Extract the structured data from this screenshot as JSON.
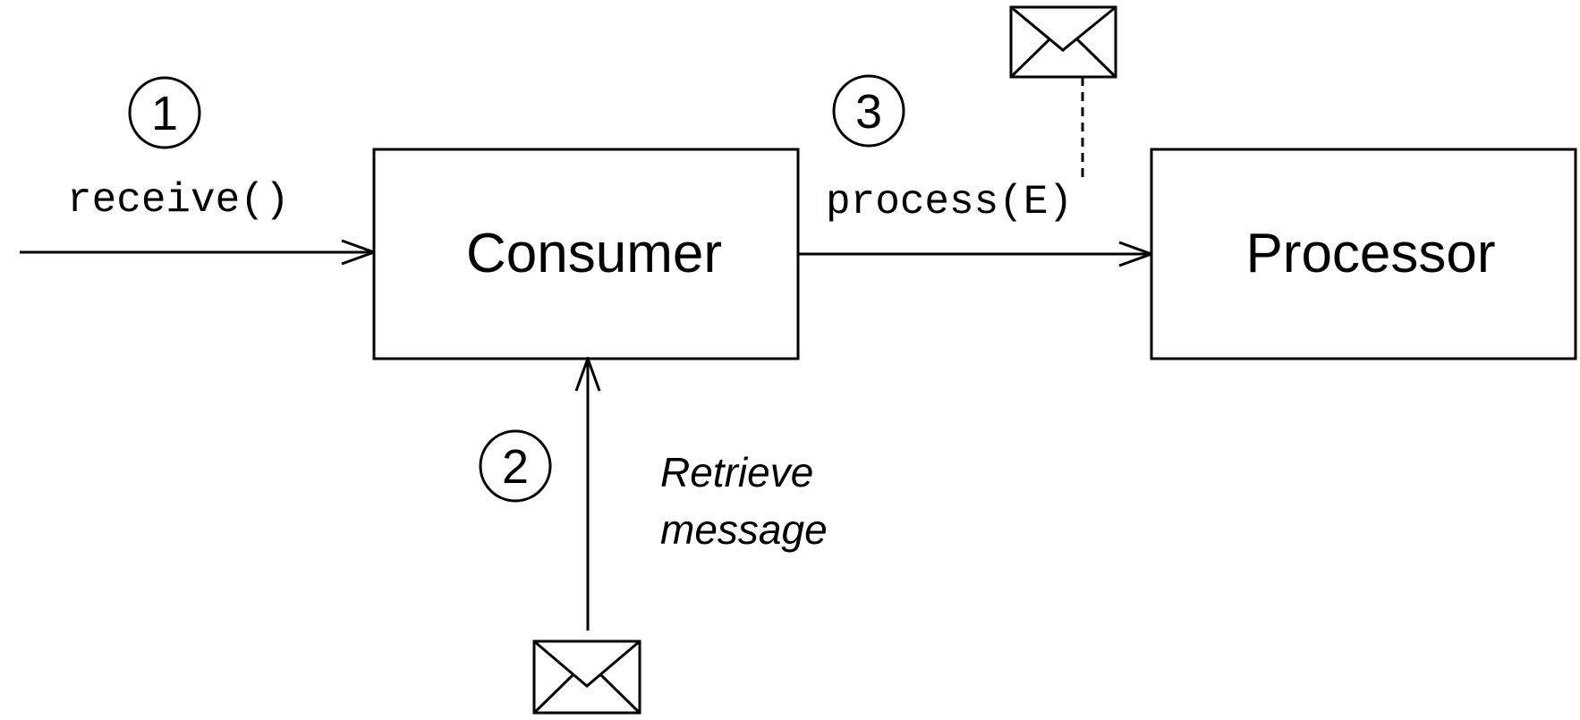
{
  "nodes": {
    "consumer": {
      "label": "Consumer"
    },
    "processor": {
      "label": "Processor"
    }
  },
  "steps": [
    {
      "number": "1",
      "label": "receive()"
    },
    {
      "number": "2",
      "label_line1": "Retrieve",
      "label_line2": "message"
    },
    {
      "number": "3",
      "label": "process(E)"
    }
  ],
  "icons": {
    "message": "envelope-icon"
  },
  "colors": {
    "line": "#000000",
    "background": "#ffffff"
  }
}
